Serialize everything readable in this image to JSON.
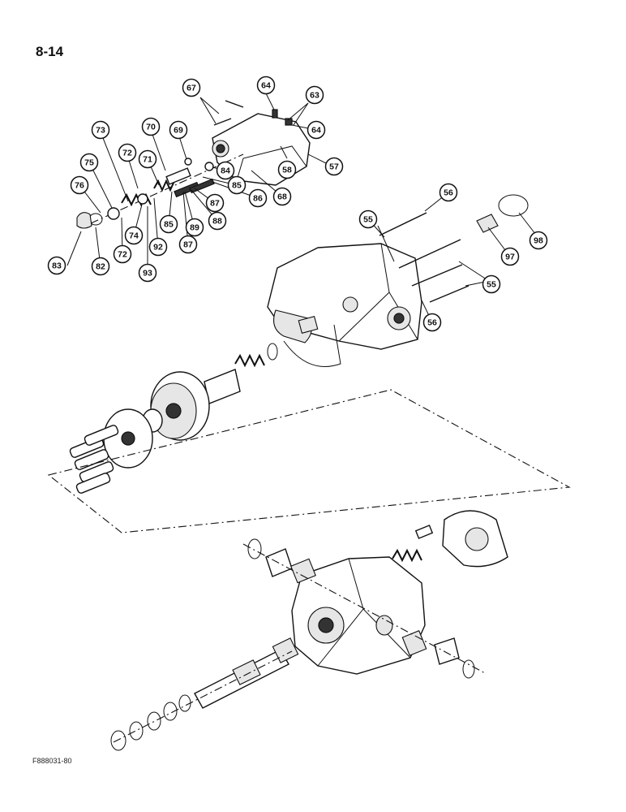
{
  "page": {
    "number": "8-14",
    "figure_code": "F888031-80"
  },
  "callouts": [
    {
      "id": "c55a",
      "label": "55"
    },
    {
      "id": "c55b",
      "label": "55"
    },
    {
      "id": "c56a",
      "label": "56"
    },
    {
      "id": "c56b",
      "label": "56"
    },
    {
      "id": "c57",
      "label": "57"
    },
    {
      "id": "c58",
      "label": "58"
    },
    {
      "id": "c63",
      "label": "63"
    },
    {
      "id": "c64a",
      "label": "64"
    },
    {
      "id": "c64b",
      "label": "64"
    },
    {
      "id": "c67",
      "label": "67"
    },
    {
      "id": "c68",
      "label": "68"
    },
    {
      "id": "c69",
      "label": "69"
    },
    {
      "id": "c70",
      "label": "70"
    },
    {
      "id": "c71",
      "label": "71"
    },
    {
      "id": "c72a",
      "label": "72"
    },
    {
      "id": "c72b",
      "label": "72"
    },
    {
      "id": "c73",
      "label": "73"
    },
    {
      "id": "c74",
      "label": "74"
    },
    {
      "id": "c75",
      "label": "75"
    },
    {
      "id": "c76",
      "label": "76"
    },
    {
      "id": "c82",
      "label": "82"
    },
    {
      "id": "c83",
      "label": "83"
    },
    {
      "id": "c84",
      "label": "84"
    },
    {
      "id": "c85a",
      "label": "85"
    },
    {
      "id": "c85b",
      "label": "85"
    },
    {
      "id": "c86",
      "label": "86"
    },
    {
      "id": "c87a",
      "label": "87"
    },
    {
      "id": "c87b",
      "label": "87"
    },
    {
      "id": "c88",
      "label": "88"
    },
    {
      "id": "c89",
      "label": "89"
    },
    {
      "id": "c92",
      "label": "92"
    },
    {
      "id": "c93",
      "label": "93"
    },
    {
      "id": "c97",
      "label": "97"
    },
    {
      "id": "c98",
      "label": "98"
    }
  ]
}
